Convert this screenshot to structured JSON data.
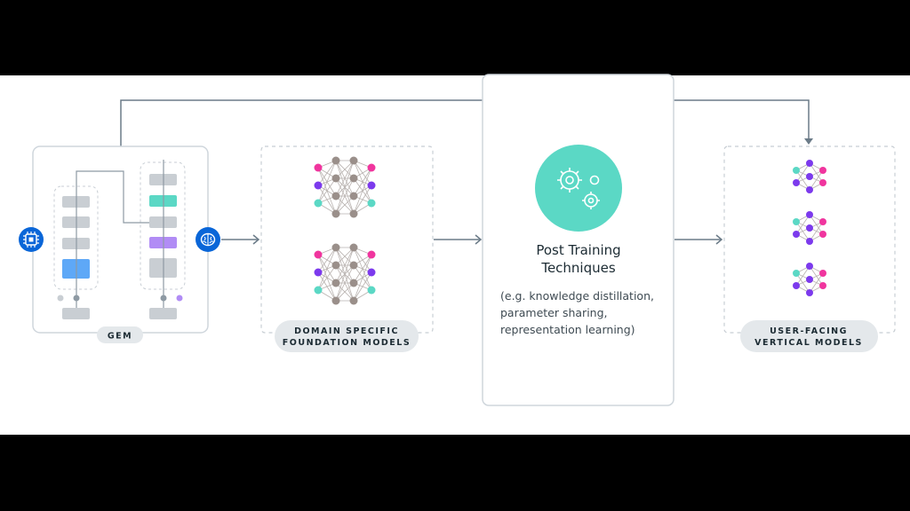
{
  "gem": {
    "label": "GEM"
  },
  "domain_models": {
    "label_line1": "DOMAIN SPECIFIC",
    "label_line2": "FOUNDATION MODELS"
  },
  "post_training": {
    "title_line1": "Post Training",
    "title_line2": "Techniques",
    "desc_line1": "(e.g. knowledge distillation,",
    "desc_line2": "parameter sharing,",
    "desc_line3": "representation learning)"
  },
  "vertical_models": {
    "label_line1": "USER-FACING",
    "label_line2": "VERTICAL MODELS"
  },
  "icons": {
    "left_badge": "chip-icon",
    "right_badge": "brain-icon",
    "post_training_icon": "gears-icon"
  },
  "colors": {
    "badge_blue": "#0a66d8",
    "teal": "#5bd8c5",
    "pink": "#f0359e",
    "purple": "#7c3aed",
    "node_brown": "#9a8f8a",
    "connector": "#6b7b88"
  }
}
